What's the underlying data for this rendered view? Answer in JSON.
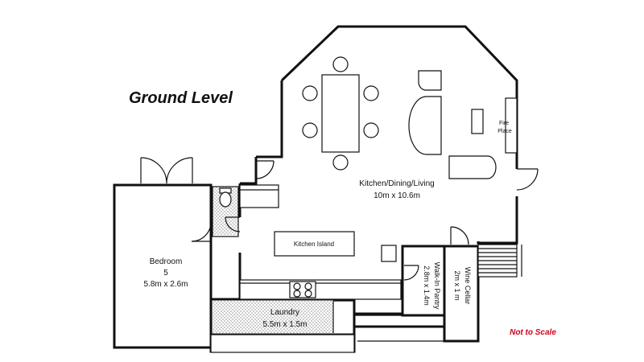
{
  "title": "Ground Level",
  "note": {
    "text": "Not to Scale",
    "color": "#d0021b"
  },
  "rooms": {
    "kitchen": {
      "name": "Kitchen/Dining/Living",
      "size": "10m x 10.6m"
    },
    "bedroom": {
      "name": "Bedroom",
      "number": "5",
      "size": "5.8m x 2.6m"
    },
    "laundry": {
      "name": "Laundry",
      "size": "5.5m x 1.5m"
    },
    "pantry": {
      "name": "Walk-In Pantry",
      "size": "2.8m x 1.4m"
    },
    "cellar": {
      "name": "Wine Cellar",
      "size": "2m x 1 m"
    }
  },
  "fixtures": {
    "island": "Kitchen Island",
    "fireplace_line1": "Fire",
    "fireplace_line2": "Place"
  }
}
